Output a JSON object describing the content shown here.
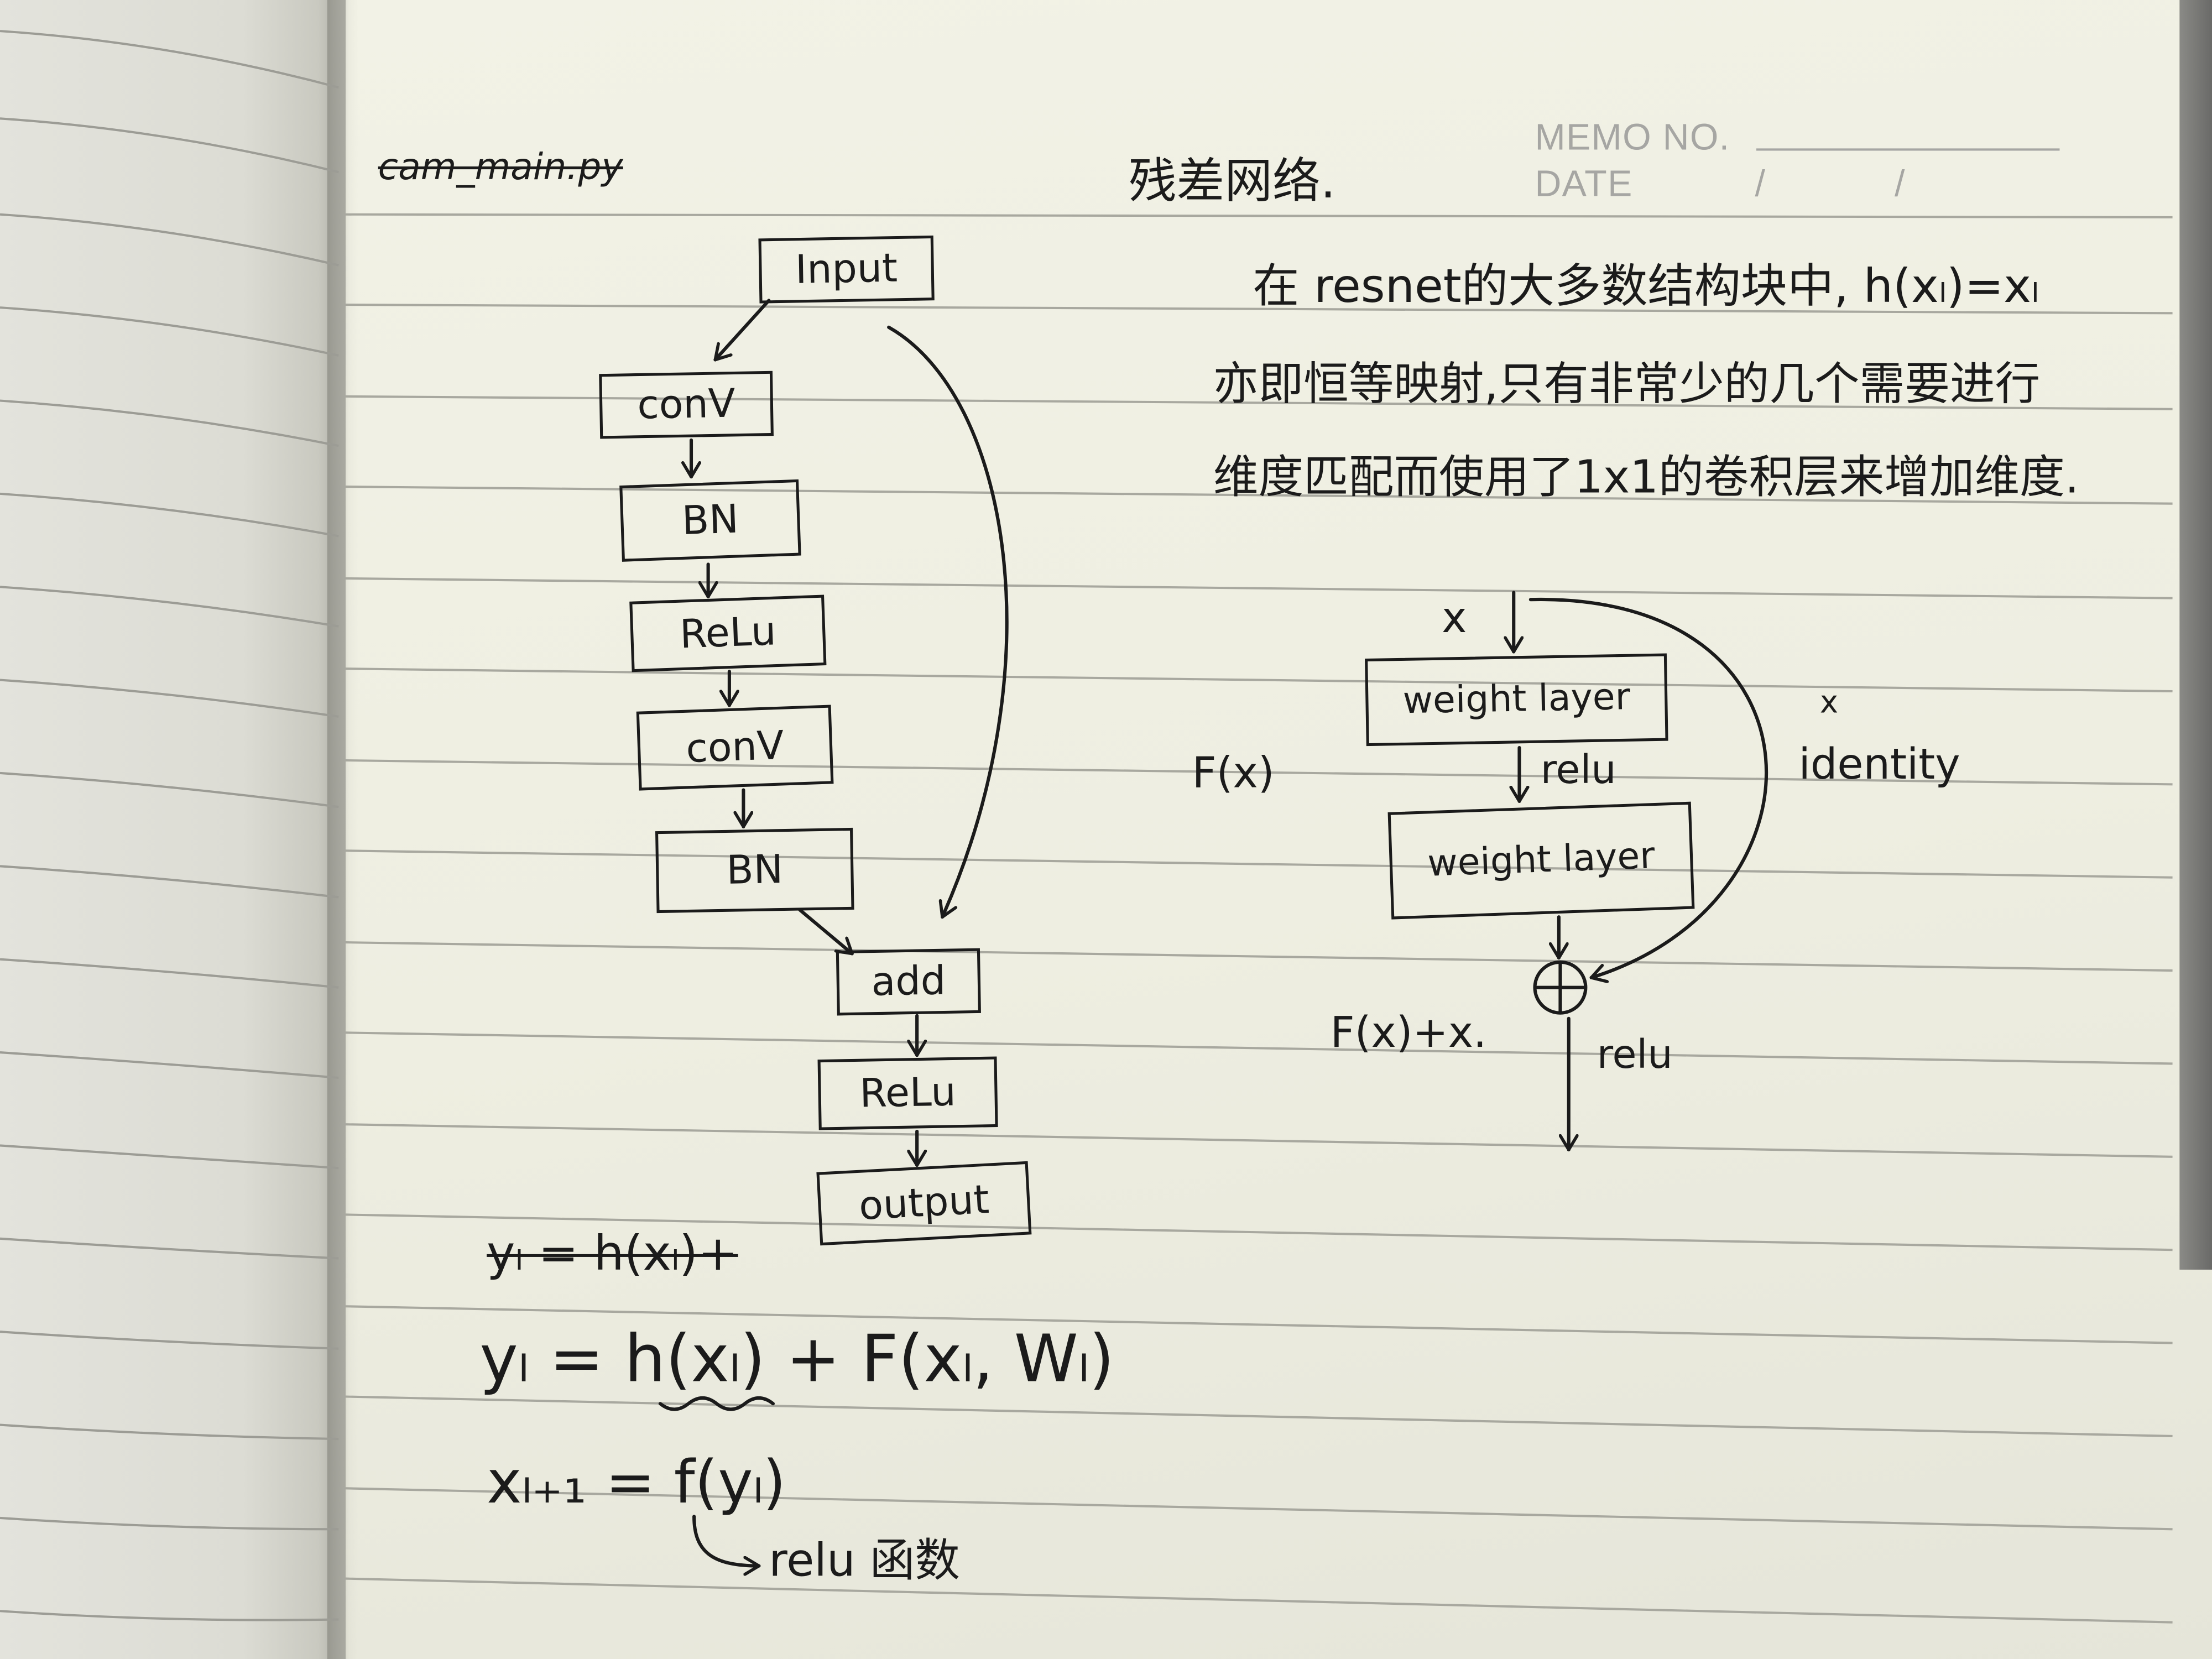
{
  "memo_header": {
    "memo_label": "MEMO NO.",
    "date_label": "DATE",
    "date_separator": "/"
  },
  "crossed_out_filename": "cam_main.py",
  "title": "残差网络.",
  "notes": [
    "在 resnet的大多数结构块中, h(xₗ)=xₗ",
    "亦即恒等映射,只有非常少的几个需要进行",
    "维度匹配而使用了1x1的卷积层来增加维度."
  ],
  "flowchart": {
    "nodes": [
      {
        "label": "Input"
      },
      {
        "label": "conV"
      },
      {
        "label": "BN"
      },
      {
        "label": "ReLu"
      },
      {
        "label": "conV"
      },
      {
        "label": "BN"
      },
      {
        "label": "add"
      },
      {
        "label": "ReLu"
      },
      {
        "label": "output"
      }
    ]
  },
  "equations": {
    "crossed_out": "yₗ = h(xₗ)+",
    "residual": "yₗ = h(xₗ) + F(xₗ, Wₗ)",
    "next_input": "xₗ₊₁ = f(yₗ)",
    "activation_note": "relu 函数"
  },
  "residual_block": {
    "input_label": "x",
    "layer1": "weight layer",
    "activation1": "relu",
    "layer2": "weight layer",
    "branch_label": "F(x)",
    "shortcut_x": "x",
    "shortcut_label": "identity",
    "sum_label": "F(x)+x.",
    "activation2": "relu",
    "sum_node_icon": "circled-plus-icon"
  },
  "colors": {
    "paper": "#f2f2e6",
    "ink": "#1b1b1b",
    "rule": "#a8a89f",
    "printed": "#a6a6a3"
  }
}
